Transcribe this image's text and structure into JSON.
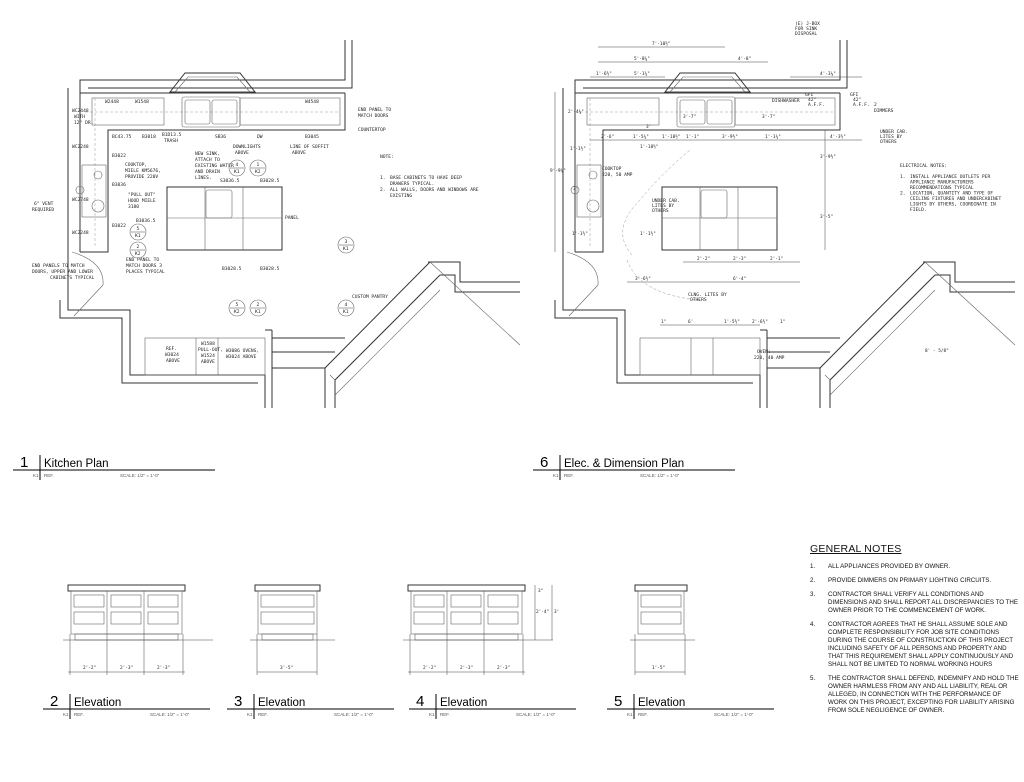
{
  "plan1": {
    "number": "1",
    "title": "Kitchen Plan",
    "ref_prefix": "K1",
    "ref": "REF.",
    "scale": "SCALE:  1/2\" = 1'-0\"",
    "labels": [
      "W2448",
      "W1548",
      "W4548",
      "WC2448",
      "WITH",
      "12\" DR.",
      "END PANEL TO",
      "MATCH DOORS",
      "COUNTERTOP",
      "BC43.75",
      "B3018",
      "B1D13.5",
      "TRASH",
      "SB36",
      "DW",
      "B3045",
      "WC2248",
      "B3022",
      "DOWNLIGHTS",
      "ABOVE",
      "LINE OF SOFFIT",
      "ABOVE",
      "NEW SINK,",
      "ATTACH TO",
      "EXISTING WATER",
      "AND DRAIN",
      "LINES.",
      "COOKTOP,",
      "MIELE KM5676,",
      "PROVIDE 220V",
      "B3036",
      "\"PULL OUT\"",
      "HOOD MIELE",
      "3180",
      "WC2748",
      "6\" VENT",
      "REQUIRED",
      "B3036.5",
      "B3022",
      "WC2248",
      "END PANELS TO MATCH",
      "DOORS, UPPER AND LOWER",
      "CABINETS TYPICAL",
      "END PANEL TO",
      "MATCH DOORS 3",
      "PLACES TYPICAL",
      "S3036.5",
      "B3028.5",
      "PANEL",
      "B3028.5",
      "B3028.5",
      "CUSTOM PANTRY",
      "REF.",
      "W3024",
      "ABOVE",
      "W1588",
      "PULL-OUT,",
      "W1524",
      "ABOVE",
      "W3086 OVENS,",
      "W3024 ABOVE"
    ],
    "note_title": "NOTE:",
    "notes": [
      {
        "n": "1.",
        "lines": [
          "BASE CABINETS TO HAVE DEEP",
          "DRAWERS TYPICAL."
        ]
      },
      {
        "n": "2.",
        "lines": [
          "ALL WALLS, DOORS AND WINDOWS ARE",
          "EXISTING"
        ]
      }
    ],
    "markers": [
      {
        "top": "4",
        "bot": "K1"
      },
      {
        "top": "1",
        "bot": "K2"
      },
      {
        "top": "5",
        "bot": "K1"
      },
      {
        "top": "2",
        "bot": "K2"
      },
      {
        "top": "3",
        "bot": "K1"
      },
      {
        "top": "5",
        "bot": "K2"
      },
      {
        "top": "2",
        "bot": "K1"
      },
      {
        "top": "4",
        "bot": "K1"
      }
    ]
  },
  "plan6": {
    "number": "6",
    "title": "Elec. & Dimension  Plan",
    "ref_prefix": "K1",
    "ref": "REF.",
    "scale": "SCALE:  1/2\" = 1'-0\"",
    "labels": [
      "(E) J-BOX",
      "FOR SINK",
      "DISPOSAL",
      "DISHWASHER",
      "GFI",
      "42\"",
      "A.F.F.",
      "GFI",
      "42\"",
      "A.F.F.",
      "2",
      "DIMMERS",
      "UNDER CAB.",
      "LITES BY",
      "OTHERS",
      "COOKTOP",
      "220, 50 AMP",
      "UNDER CAB.",
      "LITES BY",
      "OTHERS",
      "CLNG. LITES BY",
      "OTHERS",
      "OVEN:",
      "220, 40 AMP"
    ],
    "dims": [
      "7'-10½\"",
      "5'-8⅝\"",
      "4'-8\"",
      "1'-6½\"",
      "5'-1¾\"",
      "4'-3⅛\"",
      "3'-7\"",
      "3'-7\"",
      "2'-4⅜\"",
      "3'",
      "2'-6\"",
      "1'-5¾\"",
      "1'-10½\"",
      "1'-1\"",
      "3'-9½\"",
      "1'-1¾\"",
      "4'-3½\"",
      "1'-10½\"",
      "3'-9½\"",
      "9'-9⅝\"",
      "1'-1½\"",
      "3'",
      "1'-1½\"",
      "1'-1½\"",
      "3'-5\"",
      "2'-2\"",
      "2'-3\"",
      "2'-1\"",
      "3'-6½\"",
      "6'-4\"",
      "1\"",
      "6'",
      "1'-5½\"",
      "2'-6½\"",
      "1\"",
      "8' - 5/8\""
    ],
    "elec_title": "ELECTRICAL NOTES:",
    "elec_notes": [
      {
        "n": "1.",
        "lines": [
          "INSTALL APPLIANCE OUTLETS PER",
          "APPLIANCE MANUFACTURERS",
          "RECOMMENDATIONS TYPICAL"
        ]
      },
      {
        "n": "2.",
        "lines": [
          "LOCATION, QUANTITY AND TYPE OF",
          "CEILING FIXTURES AND UNDERCABINET",
          "LIGHTS BY OTHERS, COORDINATE IN",
          "FIELD."
        ]
      }
    ]
  },
  "elevations": [
    {
      "number": "2",
      "title": "Elevation",
      "ref_prefix": "K1",
      "ref": "REF.",
      "scale": "SCALE:  1/2\" = 1'-0\"",
      "dims": [
        "2'-2\"",
        "2'-3\"",
        "2'-3\""
      ]
    },
    {
      "number": "3",
      "title": "Elevation",
      "ref_prefix": "K1",
      "ref": "REF.",
      "scale": "SCALE:  1/2\" = 1'-0\"",
      "dims": [
        "3'-5\""
      ]
    },
    {
      "number": "4",
      "title": "Elevation",
      "ref_prefix": "K1",
      "ref": "REF.",
      "scale": "SCALE:  1/2\" = 1'-0\"",
      "dims": [
        "2'-2\"",
        "2'-3\"",
        "2'-3\"",
        "3\"",
        "2'-4\"",
        "3'"
      ]
    },
    {
      "number": "5",
      "title": "Elevation",
      "ref_prefix": "K1",
      "ref": "REF.",
      "scale": "SCALE:  1/2\" = 1'-0\"",
      "dims": [
        "1'-5\""
      ]
    }
  ],
  "general_notes": {
    "title": "GENERAL NOTES",
    "items": [
      {
        "n": "1.",
        "text": "ALL APPLIANCES PROVIDED BY OWNER."
      },
      {
        "n": "2.",
        "text": "PROVIDE DIMMERS ON PRIMARY LIGHTING CIRCUITS."
      },
      {
        "n": "3.",
        "text": "CONTRACTOR SHALL VERIFY ALL CONDITIONS AND DIMENSIONS AND SHALL REPORT ALL DISCREPANCIES TO THE OWNER PRIOR TO THE COMMENCEMENT OF WORK."
      },
      {
        "n": "4.",
        "text": "CONTRACTOR AGREES THAT HE SHALL ASSUME SOLE AND COMPLETE RESPONSIBILITY FOR JOB SITE CONDITIONS DURING THE COURSE OF CONSTRUCTION OF THIS PROJECT INCLUDING SAFETY OF ALL PERSONS AND PROPERTY AND THAT THIS REQUIREMENT SHALL APPLY CONTINUOUSLY AND SHALL NOT BE LIMITED TO NORMAL WORKING HOURS"
      },
      {
        "n": "5.",
        "text": "THE CONTRACTOR SHALL DEFEND, INDEMNIFY AND HOLD THE OWNER HARMLESS FROM ANY AND ALL LIABILITY, REAL OR ALLEGED, IN CONNECTION WITH THE PERFORMANCE OF WORK ON THIS PROJECT, EXCEPTING FOR  LIABILITY ARISING FROM SOLE NEGLIGENCE OF OWNER."
      }
    ]
  }
}
